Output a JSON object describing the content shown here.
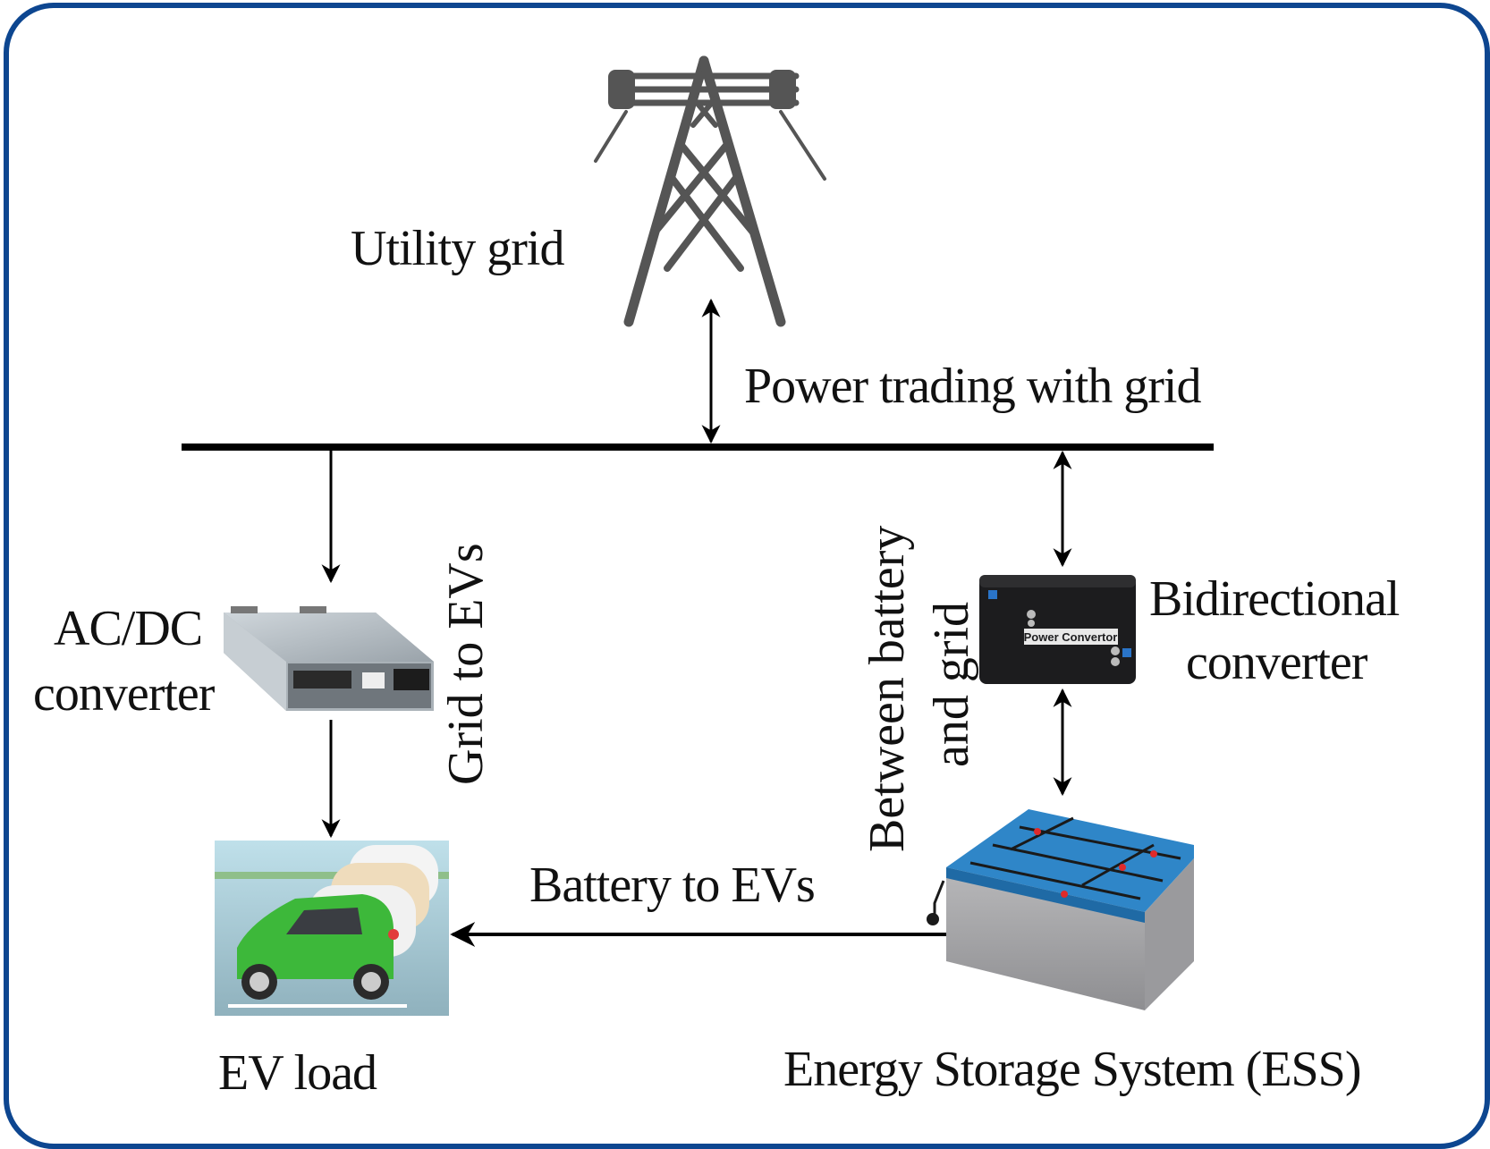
{
  "diagram": {
    "frame_color": "#0d4690",
    "nodes": {
      "utility_grid": {
        "label": "Utility grid",
        "icon": "transmission-tower-icon"
      },
      "ac_dc_converter": {
        "label_line1": "AC/DC",
        "label_line2": "converter",
        "icon": "power-supply-unit-icon"
      },
      "bidirectional_converter": {
        "label_line1": "Bidirectional",
        "label_line2": "converter",
        "icon": "power-converter-box-icon",
        "device_text": "Power Convertor"
      },
      "ev_load": {
        "label": "EV load",
        "icon": "electric-cars-charging-icon"
      },
      "ess": {
        "label": "Energy Storage System (ESS)",
        "icon": "battery-bank-icon"
      }
    },
    "edges": {
      "grid_trading": {
        "label": "Power trading with grid",
        "direction": "bidirectional"
      },
      "grid_to_evs": {
        "label": "Grid to EVs",
        "direction": "bus-to-acdc-to-ev"
      },
      "battery_grid": {
        "label_line1": "Between battery",
        "label_line2": "and grid",
        "direction": "bidirectional"
      },
      "battery_to_evs": {
        "label": "Battery to EVs",
        "direction": "ess-to-ev"
      }
    },
    "colors": {
      "tower": "#555555",
      "battery_top": "#2f86c8",
      "battery_body": "#a9a9ab",
      "car_green": "#3db83a",
      "converter_box": "#1c1c1e",
      "psu_body": "#b9c0c6",
      "ev_background": "#9fc3cf"
    }
  }
}
